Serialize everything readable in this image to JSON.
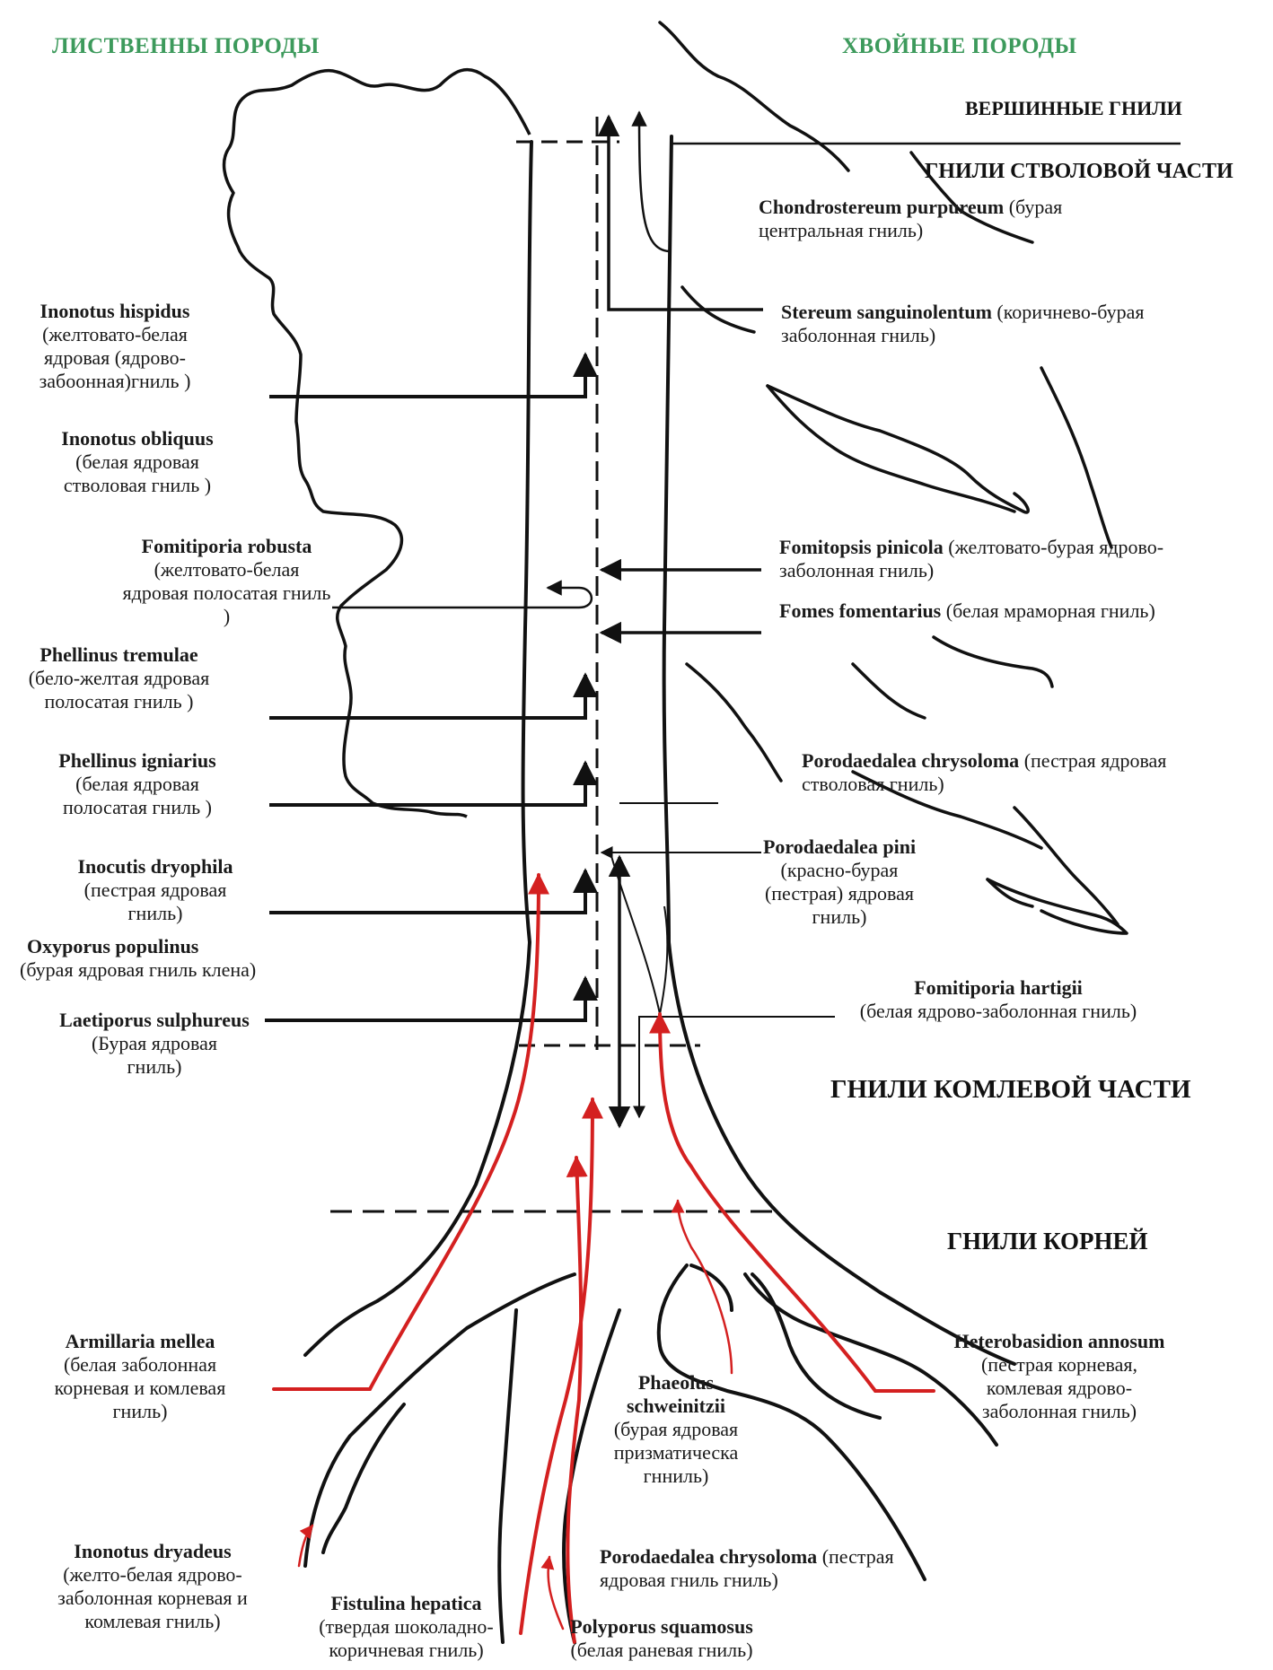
{
  "colors": {
    "ink": "#111111",
    "rot_arrow": "#d42020",
    "header": "#3d9a5c",
    "background": "#ffffff"
  },
  "headers": {
    "left": "ЛИСТВЕННЫ ПОРОДЫ",
    "right": "ХВОЙНЫЕ ПОРОДЫ"
  },
  "zones": {
    "top": "ВЕРШИННЫЕ ГНИЛИ",
    "stem": "ГНИЛИ СТВОЛОВОЙ ЧАСТИ",
    "butt": "ГНИЛИ КОМЛЕВОЙ ЧАСТИ",
    "root": "ГНИЛИ КОРНЕЙ"
  },
  "deciduous": [
    {
      "name": "Inonotus hispidus",
      "desc": "(желтовато-белая ядровая (ядрово-забоонная)гниль )"
    },
    {
      "name": "Inonotus obliquus",
      "desc": "(белая ядровая стволовая гниль )"
    },
    {
      "name": "Fomitiporia robusta",
      "desc": "(желтовато-белая ядровая полосатая гниль )"
    },
    {
      "name": "Phellinus tremulae",
      "desc": "(бело-желтая ядровая полосатая гниль )"
    },
    {
      "name": "Phellinus igniarius",
      "desc": "(белая ядровая полосатая гниль )"
    },
    {
      "name": "Inocutis dryophila",
      "desc": "(пестрая ядровая гниль)"
    },
    {
      "name": "Oxyporus populinus",
      "desc": "(бурая ядровая гниль клена)"
    },
    {
      "name": "Laetiporus sulphureus",
      "desc": "(Бурая ядровая гниль)"
    }
  ],
  "coniferous": [
    {
      "name": "Chondrostereum purpureum",
      "desc": "(бурая центральная гниль)"
    },
    {
      "name": "Stereum sanguinolentum",
      "desc": "(коричнево-бурая заболонная гниль)"
    },
    {
      "name": "Fomitopsis pinicola",
      "desc": "(желтовато-бурая ядрово-заболонная гниль)"
    },
    {
      "name": "Fomes fomentarius",
      "desc": "(белая мраморная гниль)"
    },
    {
      "name": "Porodaedalea chrysoloma",
      "desc": "(пестрая ядровая стволовая гниль)"
    },
    {
      "name": "Porodaedalea pini",
      "desc": "(красно-бурая (пестрая) ядровая гниль)"
    },
    {
      "name": "Fomitiporia hartigii",
      "desc": "(белая ядрово-заболонная гниль)"
    }
  ],
  "roots": [
    {
      "name": "Armillaria mellea",
      "desc": "(белая заболонная корневая и комлевая гниль)"
    },
    {
      "name": "Heterobasidion annosum",
      "desc": "(пестрая корневая, комлевая ядрово-заболонная гниль)"
    },
    {
      "name": "Phaeolus schweinitzii",
      "desc": "(бурая ядровая призматическа гнниль)"
    },
    {
      "name": "Inonotus dryadeus",
      "desc": "(желто-белая ядрово-заболонная корневая и комлевая гниль)"
    },
    {
      "name": "Fistulina hepatica",
      "desc": "(твердая шоколадно-коричневая гниль)"
    },
    {
      "name": "Porodaedalea chrysoloma",
      "desc": "(пестрая ядровая гниль гниль)"
    },
    {
      "name": "Polyporus squamosus",
      "desc": "(белая раневая гниль)"
    }
  ]
}
